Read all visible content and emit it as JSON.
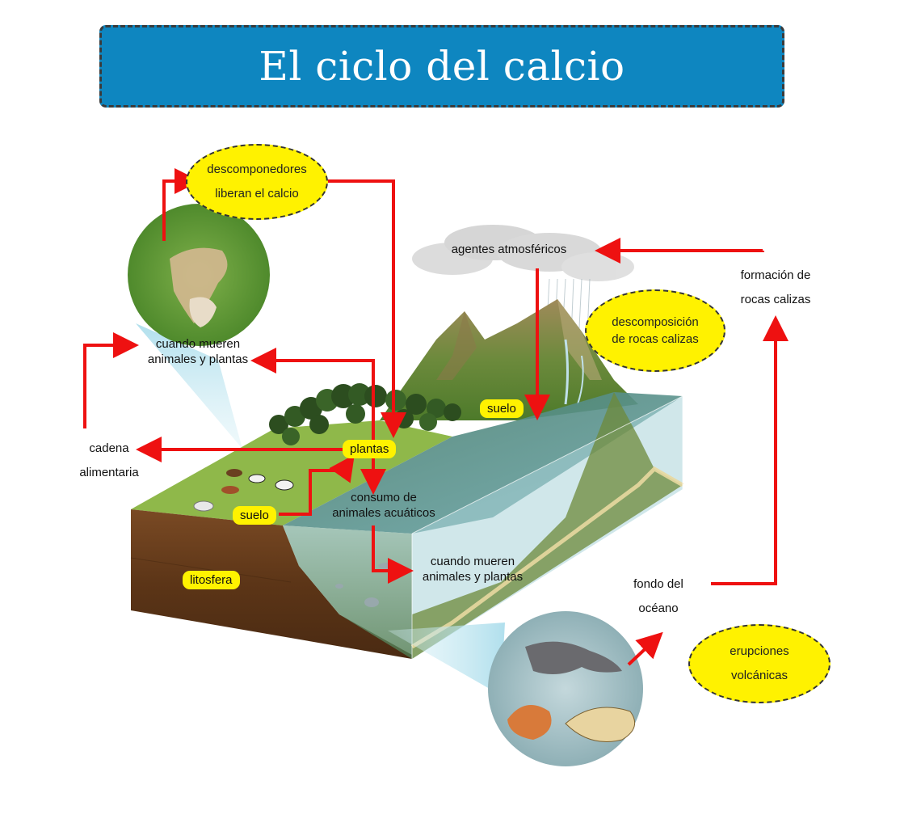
{
  "title": "El ciclo del calcio",
  "ovals": {
    "descomponedores": [
      "descomponedores",
      "liberan el calcio"
    ],
    "descomposicion": [
      "descomposición",
      "de rocas calizas"
    ],
    "erupciones": [
      "erupciones",
      "volcánicas"
    ]
  },
  "labels": {
    "agentes": "agentes atmosféricos",
    "formacion": [
      "formación de",
      "rocas calizas"
    ],
    "mueren_tierra": [
      "cuando mueren",
      "animales y plantas"
    ],
    "cadena": [
      "cadena",
      "alimentaria"
    ],
    "consumo": [
      "consumo de",
      "animales acuáticos"
    ],
    "mueren_agua": [
      "cuando mueren",
      "animales y plantas"
    ],
    "fondo": [
      "fondo del",
      "océano"
    ]
  },
  "pills": {
    "suelo_monte": "suelo",
    "plantas": "plantas",
    "suelo_tierra": "suelo",
    "litosfera": "litosfera"
  },
  "colors": {
    "title_bg": "#0e86c0",
    "oval_fill": "#fff200",
    "arrow": "#ee1111"
  }
}
